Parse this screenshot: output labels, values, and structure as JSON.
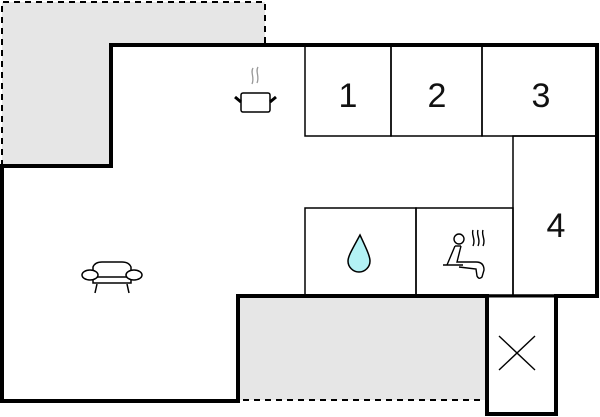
{
  "floorplan": {
    "colors": {
      "wall": "#000000",
      "outdoor_fill": "#e6e6e6",
      "water_fill": "#b3f2f5",
      "steam": "#999999"
    },
    "rooms": [
      {
        "id": "room-1",
        "label": "1"
      },
      {
        "id": "room-2",
        "label": "2"
      },
      {
        "id": "room-3",
        "label": "3"
      },
      {
        "id": "room-4",
        "label": "4"
      }
    ],
    "icons": [
      {
        "name": "kitchen-pot-icon",
        "meaning": "kitchen"
      },
      {
        "name": "armchair-icon",
        "meaning": "living room"
      },
      {
        "name": "water-drop-icon",
        "meaning": "bathroom"
      },
      {
        "name": "sauna-icon",
        "meaning": "sauna"
      },
      {
        "name": "cross-icon",
        "meaning": "storage / technical room"
      }
    ],
    "areas": [
      {
        "name": "terrace-top-left",
        "type": "outdoor"
      },
      {
        "name": "terrace-bottom",
        "type": "outdoor"
      }
    ]
  }
}
